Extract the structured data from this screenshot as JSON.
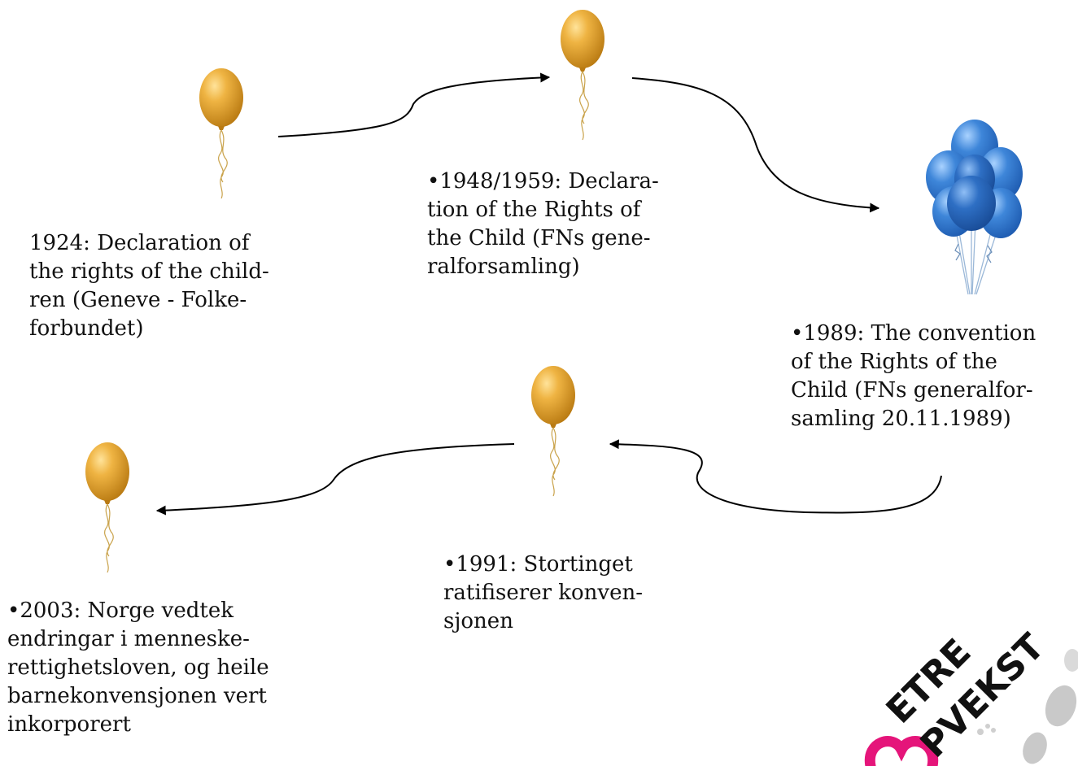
{
  "colors": {
    "balloon_gold": "#E7A631",
    "balloon_gold_dark": "#B97A12",
    "balloon_blue": "#3E86D9",
    "balloon_blue_dark": "#1E5BB0",
    "arrow": "#000000",
    "logo_heart": "#E5157A",
    "logo_text": "#111111",
    "logo_grey": "#C9C9C9"
  },
  "milestones": [
    {
      "id": "1924",
      "icon": "gold-balloon-icon",
      "lines": [
        "1924: Declaration of",
        "the rights of the child-",
        "ren (Geneve - Folke-",
        "forbundet)"
      ]
    },
    {
      "id": "1948",
      "icon": "gold-balloon-icon",
      "lines": [
        "•1948/1959: Declara-",
        "tion of the Rights of",
        "the Child (FNs gene-",
        "ralforsamling)"
      ]
    },
    {
      "id": "1989",
      "icon": "blue-balloon-bunch-icon",
      "lines": [
        "•1989: The convention",
        "of the Rights of the",
        "Child  (FNs generalfor-",
        "samling 20.11.1989)"
      ]
    },
    {
      "id": "1991",
      "icon": "gold-balloon-icon",
      "lines": [
        "•1991: Stortinget",
        "ratifiserer konven-",
        "sjonen"
      ]
    },
    {
      "id": "2003",
      "icon": "gold-balloon-icon",
      "lines": [
        "•2003: Norge vedtek",
        "endringar i menneske-",
        "rettighetsloven, og heile",
        "barnekonvensjonen vert",
        "inkorporert"
      ]
    }
  ],
  "logo": {
    "icon": "betre-oppvekst-logo",
    "line1": "ETRE",
    "line2": "PVEKST"
  }
}
